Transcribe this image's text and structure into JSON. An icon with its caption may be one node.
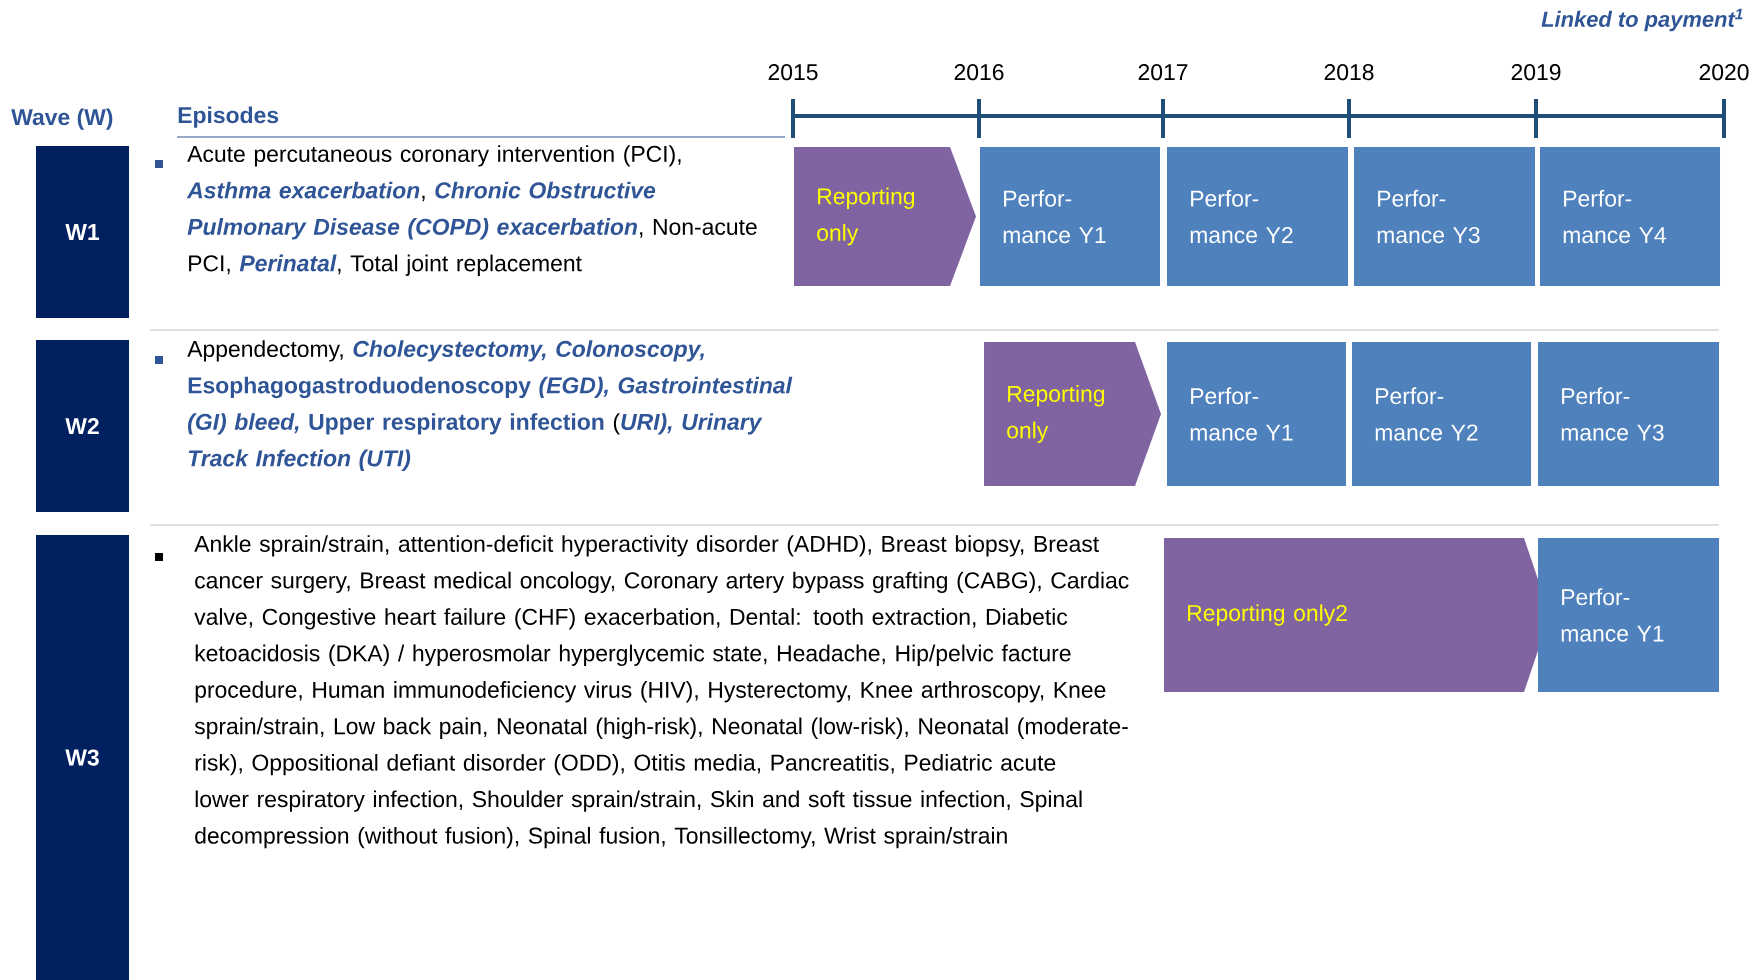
{
  "diagram": {
    "title": "Linked to payment$^{1}$",
    "nodes": [
      {
        "text": [
          "W1"
        ]
      },
      {
        "text": [
          "Reporting only"
        ]
      },
      {
        "text": [
          "Perfor- mance Y1"
        ]
      },
      {
        "text": [
          "Perfor- mance Y2"
        ]
      },
      {
        "text": [
          "Perfor- mance Y3"
        ]
      },
      {
        "text": [
          "Perfor- mance Y4"
        ]
      },
      {
        "text": [
          "W2"
        ]
      },
      {
        "text": [
          "Reporting only"
        ]
      },
      {
        "text": [
          "Perfor- mance Y1"
        ]
      },
      {
        "text": [
          "Perfor- mance Y2"
        ]
      },
      {
        "text": [
          "Perfor- mance Y3"
        ]
      },
      {
        "text": [
          "W3"
        ]
      },
      {
        "text": [
          "Reporting only2"
        ]
      },
      {
        "text": [
          "Perfor- mance Y1"
        ]
      }
    ],
    "labels": [
      "2015",
      "2016",
      "2017",
      "2018",
      "2019",
      "2020",
      "Wave (W)",
      "Episodes",
      "Acute percutaneous coronary intervention (PCI), *Asthma exacerbation*, *Chronic Obstructive Pulmonary Disease (COPD) exacerbation*, Non-acute PCI, *Perinatal*, Total joint replacement",
      "Appendectomy, *Cholecystectomy, Colonoscopy,* **Esophagogastroduodenoscopy** *(EGD),* *Gastrointestinal (GI) bleed,* **Upper respiratory infection** (*URI),* *Urinary Track Infection (UTI)*",
      "Ankle sprain/strain, attention-deficit hyperactivity disorder (ADHD), Breast biopsy, Breast cancer surgery, Breast medical oncology, Coronary artery bypass grafting (CABG), Cardiac valve, Congestive heart failure (CHF) exacerbation, Dental: tooth extraction, Diabetic ketoacidosis (DKA) / hyperosmolar hyperglycemic state, Headache,  Hip/pelvic facture procedure, Human immunodeficiency virus (HIV), Hysterectomy, Knee arthroscopy, Knee sprain/strain, Low back pain, Neonatal (high-risk), Neonatal (low-risk), Neonatal (moderate-risk), Oppositional defiant disorder (ODD), Otitis media, Pancreatitis, Pediatric acute lower respiratory infection, Shoulder sprain/strain, Skin and soft tissue infection, Spinal decompression (without fusion), Spinal fusion, Tonsillectomy, Wrist sprain/strain"
    ]
  }
}
